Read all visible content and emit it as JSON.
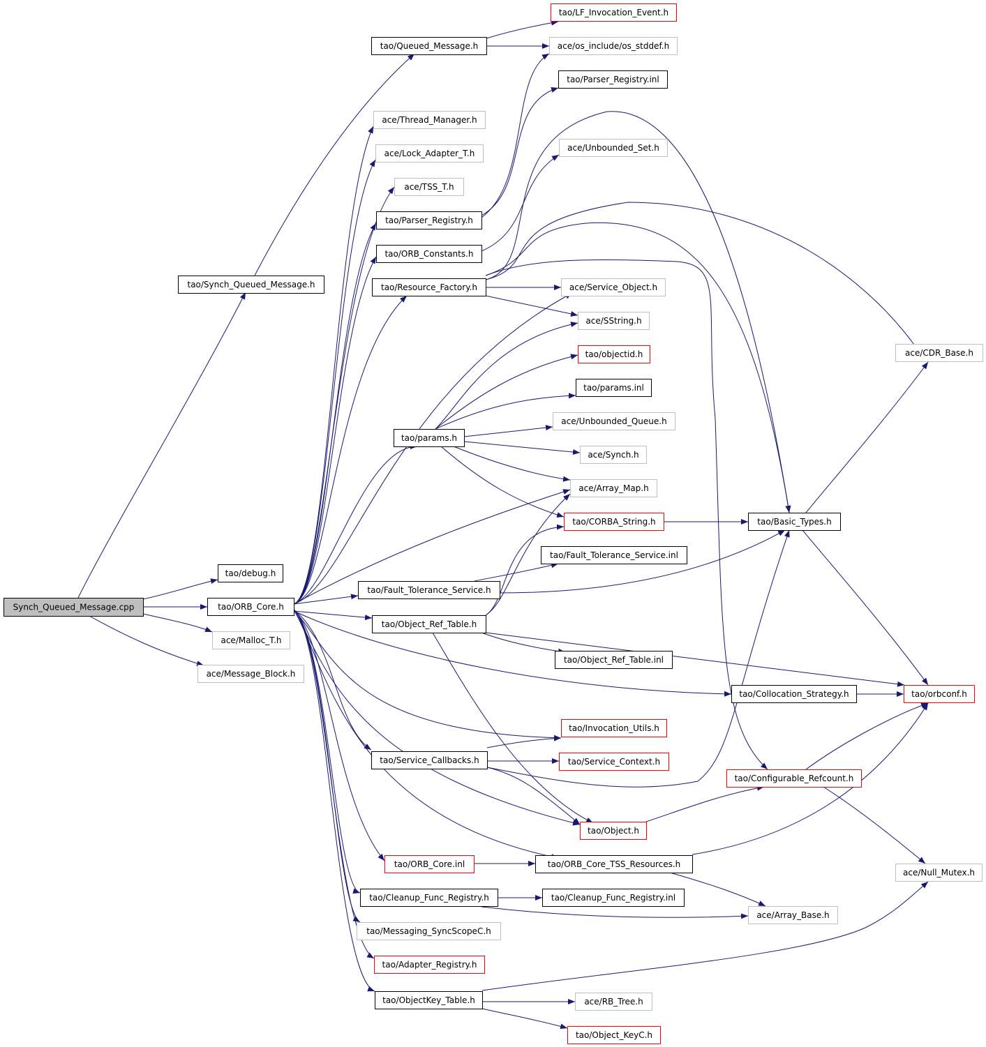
{
  "colors": {
    "edge": "#191970",
    "root_fill": "#bfbfbf",
    "border_documented": "#000000",
    "border_truncated": "#ff0000",
    "border_undocumented": "#bfbfbf"
  },
  "nodes": [
    {
      "id": "root",
      "label": "Synch_Queued_Message.cpp",
      "kind": "root"
    },
    {
      "id": "synch_qm_h",
      "label": "tao/Synch_Queued_Message.h",
      "kind": "documented"
    },
    {
      "id": "queued_msg",
      "label": "tao/Queued_Message.h",
      "kind": "documented"
    },
    {
      "id": "lf_inv",
      "label": "tao/LF_Invocation_Event.h",
      "kind": "truncated"
    },
    {
      "id": "os_stddef",
      "label": "ace/os_include/os_stddef.h",
      "kind": "undocumented"
    },
    {
      "id": "parser_inl",
      "label": "tao/Parser_Registry.inl",
      "kind": "documented"
    },
    {
      "id": "thread_mgr",
      "label": "ace/Thread_Manager.h",
      "kind": "undocumented"
    },
    {
      "id": "lock_adapter",
      "label": "ace/Lock_Adapter_T.h",
      "kind": "undocumented"
    },
    {
      "id": "unbounded_set",
      "label": "ace/Unbounded_Set.h",
      "kind": "undocumented"
    },
    {
      "id": "tss_t",
      "label": "ace/TSS_T.h",
      "kind": "undocumented"
    },
    {
      "id": "parser_reg",
      "label": "tao/Parser_Registry.h",
      "kind": "documented"
    },
    {
      "id": "orb_const",
      "label": "tao/ORB_Constants.h",
      "kind": "documented"
    },
    {
      "id": "res_factory",
      "label": "tao/Resource_Factory.h",
      "kind": "documented"
    },
    {
      "id": "svc_object",
      "label": "ace/Service_Object.h",
      "kind": "undocumented"
    },
    {
      "id": "sstring",
      "label": "ace/SString.h",
      "kind": "undocumented"
    },
    {
      "id": "cdr_base",
      "label": "ace/CDR_Base.h",
      "kind": "undocumented"
    },
    {
      "id": "objectid",
      "label": "tao/objectid.h",
      "kind": "truncated"
    },
    {
      "id": "params_inl",
      "label": "tao/params.inl",
      "kind": "documented"
    },
    {
      "id": "unbounded_q",
      "label": "ace/Unbounded_Queue.h",
      "kind": "undocumented"
    },
    {
      "id": "params_h",
      "label": "tao/params.h",
      "kind": "documented"
    },
    {
      "id": "synch_h",
      "label": "ace/Synch.h",
      "kind": "undocumented"
    },
    {
      "id": "array_map",
      "label": "ace/Array_Map.h",
      "kind": "undocumented"
    },
    {
      "id": "corba_string",
      "label": "tao/CORBA_String.h",
      "kind": "truncated"
    },
    {
      "id": "basic_types",
      "label": "tao/Basic_Types.h",
      "kind": "documented"
    },
    {
      "id": "ft_service_inl",
      "label": "tao/Fault_Tolerance_Service.inl",
      "kind": "documented"
    },
    {
      "id": "debug_h",
      "label": "tao/debug.h",
      "kind": "documented"
    },
    {
      "id": "ft_service",
      "label": "tao/Fault_Tolerance_Service.h",
      "kind": "documented"
    },
    {
      "id": "orb_core",
      "label": "tao/ORB_Core.h",
      "kind": "documented"
    },
    {
      "id": "obj_ref_table",
      "label": "tao/Object_Ref_Table.h",
      "kind": "documented"
    },
    {
      "id": "malloc_t",
      "label": "ace/Malloc_T.h",
      "kind": "undocumented"
    },
    {
      "id": "obj_ref_inl",
      "label": "tao/Object_Ref_Table.inl",
      "kind": "documented"
    },
    {
      "id": "msg_block",
      "label": "ace/Message_Block.h",
      "kind": "undocumented"
    },
    {
      "id": "colloc",
      "label": "tao/Collocation_Strategy.h",
      "kind": "documented"
    },
    {
      "id": "orbconf",
      "label": "tao/orbconf.h",
      "kind": "truncated"
    },
    {
      "id": "inv_utils",
      "label": "tao/Invocation_Utils.h",
      "kind": "truncated"
    },
    {
      "id": "svc_callbacks",
      "label": "tao/Service_Callbacks.h",
      "kind": "documented"
    },
    {
      "id": "svc_context",
      "label": "tao/Service_Context.h",
      "kind": "truncated"
    },
    {
      "id": "conf_refcount",
      "label": "tao/Configurable_Refcount.h",
      "kind": "truncated"
    },
    {
      "id": "object_h",
      "label": "tao/Object.h",
      "kind": "truncated"
    },
    {
      "id": "orb_core_inl",
      "label": "tao/ORB_Core.inl",
      "kind": "truncated"
    },
    {
      "id": "tss_res",
      "label": "tao/ORB_Core_TSS_Resources.h",
      "kind": "documented"
    },
    {
      "id": "null_mutex",
      "label": "ace/Null_Mutex.h",
      "kind": "undocumented"
    },
    {
      "id": "cleanup_reg",
      "label": "tao/Cleanup_Func_Registry.h",
      "kind": "documented"
    },
    {
      "id": "cleanup_inl",
      "label": "tao/Cleanup_Func_Registry.inl",
      "kind": "documented"
    },
    {
      "id": "array_base",
      "label": "ace/Array_Base.h",
      "kind": "undocumented"
    },
    {
      "id": "msg_syncscope",
      "label": "tao/Messaging_SyncScopeC.h",
      "kind": "undocumented"
    },
    {
      "id": "adapter_reg",
      "label": "tao/Adapter_Registry.h",
      "kind": "truncated"
    },
    {
      "id": "objkey_table",
      "label": "tao/ObjectKey_Table.h",
      "kind": "documented"
    },
    {
      "id": "rb_tree",
      "label": "ace/RB_Tree.h",
      "kind": "undocumented"
    },
    {
      "id": "object_keyc",
      "label": "tao/Object_KeyC.h",
      "kind": "truncated"
    }
  ]
}
